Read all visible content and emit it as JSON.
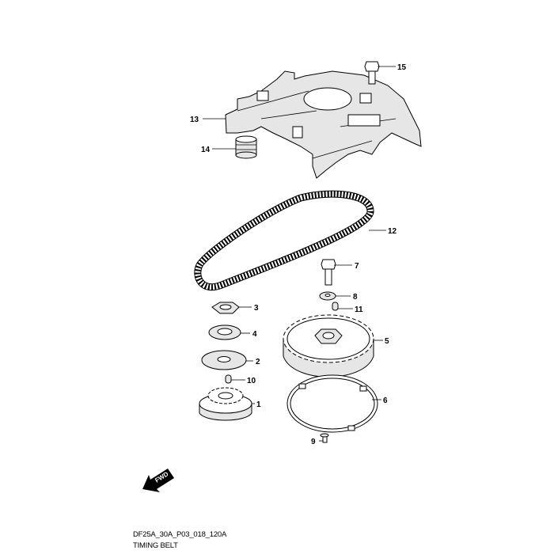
{
  "diagram": {
    "code": "DF25A_30A_P03_018_120A",
    "title": "TIMING BELT",
    "fwd_label": "FWD",
    "callouts": [
      {
        "id": "1",
        "part": "crankshaft-timing-pulley"
      },
      {
        "id": "2",
        "part": "pulley-plate"
      },
      {
        "id": "3",
        "part": "nut"
      },
      {
        "id": "4",
        "part": "washer"
      },
      {
        "id": "5",
        "part": "camshaft-timing-pulley"
      },
      {
        "id": "6",
        "part": "ring"
      },
      {
        "id": "7",
        "part": "bolt"
      },
      {
        "id": "8",
        "part": "washer"
      },
      {
        "id": "9",
        "part": "screw"
      },
      {
        "id": "10",
        "part": "key"
      },
      {
        "id": "11",
        "part": "key"
      },
      {
        "id": "12",
        "part": "timing-belt"
      },
      {
        "id": "13",
        "part": "timing-belt-cover"
      },
      {
        "id": "14",
        "part": "grommet"
      },
      {
        "id": "15",
        "part": "bolt"
      }
    ]
  }
}
